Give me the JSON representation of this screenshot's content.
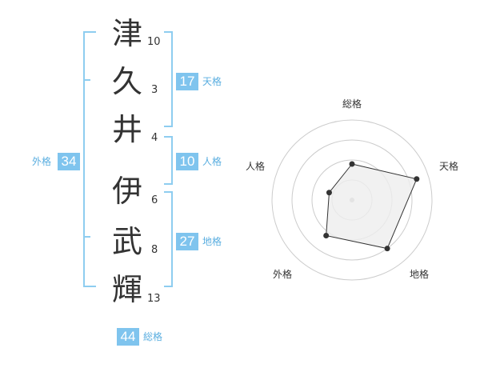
{
  "name_chars": [
    {
      "char": "津",
      "strokes": "10"
    },
    {
      "char": "久",
      "strokes": "3"
    },
    {
      "char": "井",
      "strokes": "4"
    },
    {
      "char": "伊",
      "strokes": "6"
    },
    {
      "char": "武",
      "strokes": "8"
    },
    {
      "char": "輝",
      "strokes": "13"
    }
  ],
  "kaku": {
    "tenkaku": {
      "value": "17",
      "label": "天格"
    },
    "jinkaku": {
      "value": "10",
      "label": "人格"
    },
    "chikaku": {
      "value": "27",
      "label": "地格"
    },
    "gaikaku": {
      "value": "34",
      "label": "外格"
    },
    "soukaku": {
      "value": "44",
      "label": "総格"
    }
  },
  "colors": {
    "accent": "#7fc4ee",
    "accent_text": "#5aaee0",
    "bracket": "#8ecdf0",
    "text": "#333333",
    "radar_fill": "#eeeeee",
    "radar_grid": "#cccccc"
  },
  "chart_data": {
    "type": "radar",
    "axes": [
      "総格",
      "天格",
      "地格",
      "外格",
      "人格"
    ],
    "series": [
      {
        "values": [
          0.45,
          0.85,
          0.75,
          0.55,
          0.3
        ]
      }
    ],
    "rings": 4,
    "grid": true
  }
}
